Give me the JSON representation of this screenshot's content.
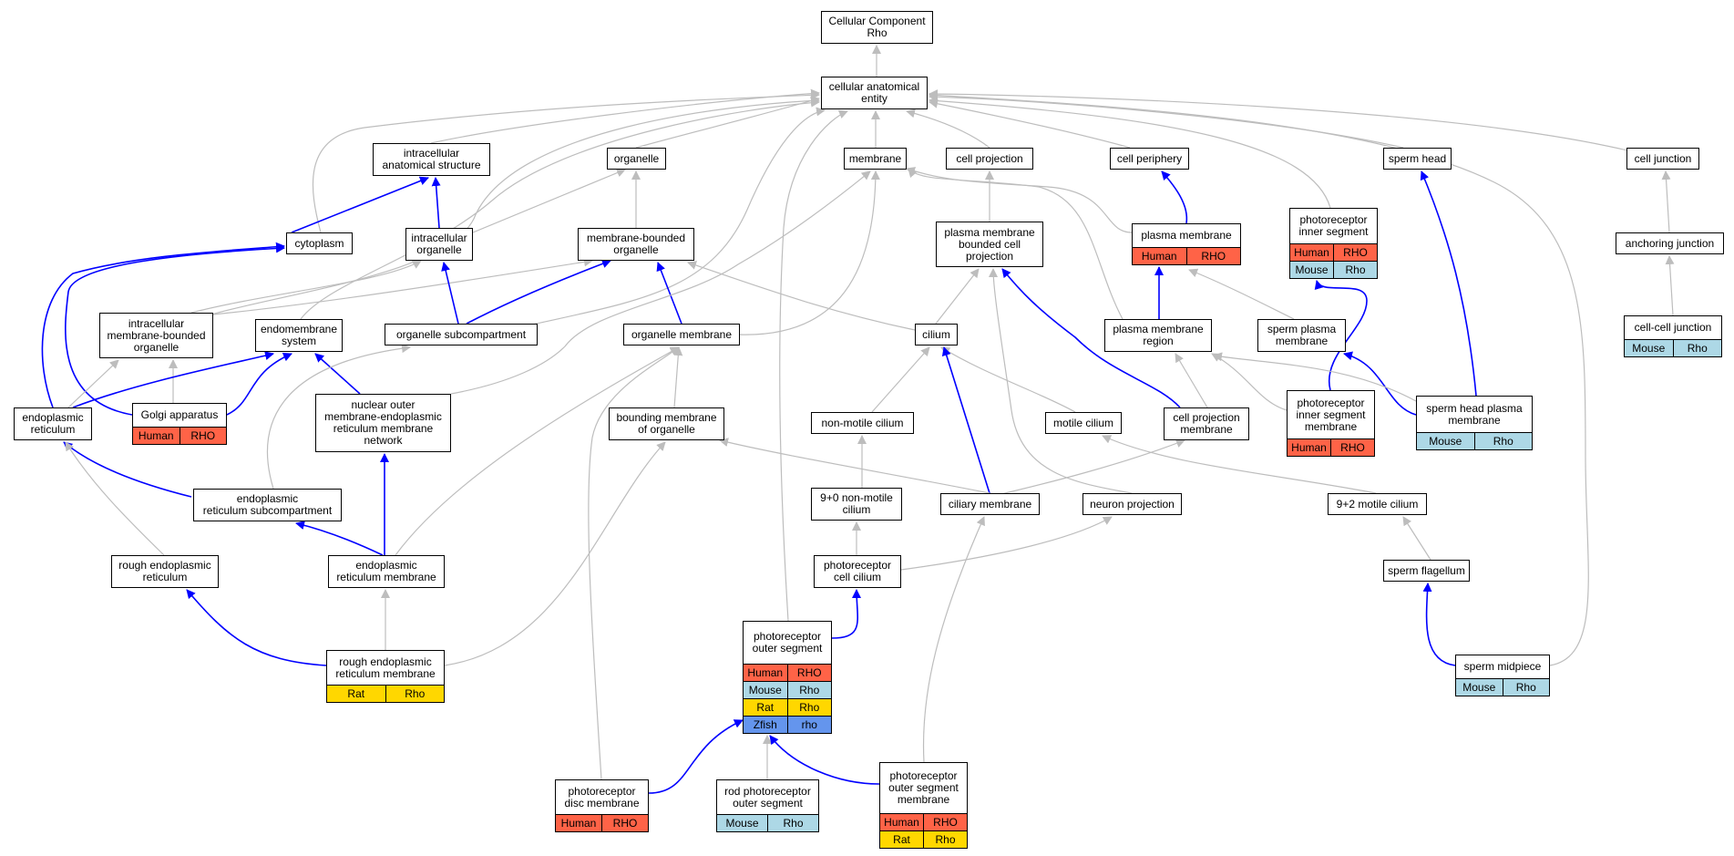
{
  "colors": {
    "Human": "#ff6347",
    "Mouse": "#add8e6",
    "Rat": "#ffd700",
    "Zfish": "#6495ed",
    "part_of_edge": "#0000ff",
    "is_a_edge": "#bdbdbd"
  },
  "nodes": [
    {
      "id": "root",
      "label": "Cellular Component\nRho"
    },
    {
      "id": "cae",
      "label": "cellular anatomical\nentity"
    },
    {
      "id": "ias",
      "label": "intracellular\nanatomical structure"
    },
    {
      "id": "organelle",
      "label": "organelle"
    },
    {
      "id": "membrane",
      "label": "membrane"
    },
    {
      "id": "cellproj",
      "label": "cell projection"
    },
    {
      "id": "cellper",
      "label": "cell periphery"
    },
    {
      "id": "spermhead",
      "label": "sperm head"
    },
    {
      "id": "celljunc",
      "label": "cell junction"
    },
    {
      "id": "cytoplasm",
      "label": "cytoplasm"
    },
    {
      "id": "intorg",
      "label": "intracellular\norganelle"
    },
    {
      "id": "mbo",
      "label": "membrane-bounded\norganelle"
    },
    {
      "id": "pmbcp",
      "label": "plasma membrane\nbounded cell\nprojection"
    },
    {
      "id": "pm",
      "label": "plasma membrane",
      "rows": [
        {
          "species": "Human",
          "gene": "RHO"
        }
      ]
    },
    {
      "id": "pris",
      "label": "photoreceptor\ninner segment",
      "rows": [
        {
          "species": "Human",
          "gene": "RHO"
        },
        {
          "species": "Mouse",
          "gene": "Rho"
        }
      ]
    },
    {
      "id": "ajunc",
      "label": "anchoring junction"
    },
    {
      "id": "imbo",
      "label": "intracellular\nmembrane-bounded\norganelle"
    },
    {
      "id": "endomem",
      "label": "endomembrane\nsystem"
    },
    {
      "id": "orgsub",
      "label": "organelle subcompartment"
    },
    {
      "id": "orgmem",
      "label": "organelle membrane"
    },
    {
      "id": "cilium",
      "label": "cilium"
    },
    {
      "id": "pmr",
      "label": "plasma membrane\nregion"
    },
    {
      "id": "spm",
      "label": "sperm plasma\nmembrane"
    },
    {
      "id": "ccj",
      "label": "cell-cell junction",
      "rows": [
        {
          "species": "Mouse",
          "gene": "Rho"
        }
      ]
    },
    {
      "id": "er",
      "label": "endoplasmic\nreticulum"
    },
    {
      "id": "golgi",
      "label": "Golgi apparatus",
      "rows": [
        {
          "species": "Human",
          "gene": "RHO"
        }
      ]
    },
    {
      "id": "nomer",
      "label": "nuclear outer\nmembrane-endoplasmic\nreticulum membrane\nnetwork"
    },
    {
      "id": "bmo",
      "label": "bounding membrane\nof organelle"
    },
    {
      "id": "nmc",
      "label": "non-motile cilium"
    },
    {
      "id": "mc",
      "label": "motile cilium"
    },
    {
      "id": "cpm",
      "label": "cell projection\nmembrane"
    },
    {
      "id": "prism",
      "label": "photoreceptor\ninner segment\nmembrane",
      "rows": [
        {
          "species": "Human",
          "gene": "RHO"
        }
      ]
    },
    {
      "id": "shpm",
      "label": "sperm head plasma\nmembrane",
      "rows": [
        {
          "species": "Mouse",
          "gene": "Rho"
        }
      ]
    },
    {
      "id": "ersub",
      "label": "endoplasmic\nreticulum subcompartment"
    },
    {
      "id": "nmc90",
      "label": "9+0 non-motile\ncilium"
    },
    {
      "id": "cilmem",
      "label": "ciliary membrane"
    },
    {
      "id": "neuproj",
      "label": "neuron projection"
    },
    {
      "id": "mc92",
      "label": "9+2 motile cilium"
    },
    {
      "id": "rer",
      "label": "rough endoplasmic\nreticulum"
    },
    {
      "id": "erm",
      "label": "endoplasmic\nreticulum membrane"
    },
    {
      "id": "prcc",
      "label": "photoreceptor\ncell cilium"
    },
    {
      "id": "sflag",
      "label": "sperm flagellum"
    },
    {
      "id": "prerm",
      "label": "rough endoplasmic\nreticulum membrane",
      "rows": [
        {
          "species": "Rat",
          "gene": "Rho"
        }
      ]
    },
    {
      "id": "pros",
      "label": "photoreceptor\nouter segment",
      "rows": [
        {
          "species": "Human",
          "gene": "RHO"
        },
        {
          "species": "Mouse",
          "gene": "Rho"
        },
        {
          "species": "Rat",
          "gene": "Rho"
        },
        {
          "species": "Zfish",
          "gene": "rho"
        }
      ]
    },
    {
      "id": "smid",
      "label": "sperm midpiece",
      "rows": [
        {
          "species": "Mouse",
          "gene": "Rho"
        }
      ]
    },
    {
      "id": "pdm",
      "label": "photoreceptor\ndisc membrane",
      "rows": [
        {
          "species": "Human",
          "gene": "RHO"
        }
      ]
    },
    {
      "id": "rpos",
      "label": "rod photoreceptor\nouter segment",
      "rows": [
        {
          "species": "Mouse",
          "gene": "Rho"
        }
      ]
    },
    {
      "id": "prosm",
      "label": "photoreceptor\nouter segment\nmembrane",
      "rows": [
        {
          "species": "Human",
          "gene": "RHO"
        },
        {
          "species": "Rat",
          "gene": "Rho"
        }
      ]
    }
  ],
  "edges": [
    {
      "from": "cae",
      "to": "root",
      "type": "is_a"
    },
    {
      "from": "ias",
      "to": "cae",
      "type": "is_a"
    },
    {
      "from": "organelle",
      "to": "cae",
      "type": "is_a"
    },
    {
      "from": "membrane",
      "to": "cae",
      "type": "is_a"
    },
    {
      "from": "cellproj",
      "to": "cae",
      "type": "is_a"
    },
    {
      "from": "cellper",
      "to": "cae",
      "type": "is_a"
    },
    {
      "from": "spermhead",
      "to": "cae",
      "type": "is_a"
    },
    {
      "from": "celljunc",
      "to": "cae",
      "type": "is_a"
    },
    {
      "from": "cytoplasm",
      "to": "cae",
      "type": "is_a"
    },
    {
      "from": "pris",
      "to": "cae",
      "type": "is_a"
    },
    {
      "from": "imbo",
      "to": "cae",
      "type": "is_a"
    },
    {
      "from": "endomem",
      "to": "cae",
      "type": "is_a"
    },
    {
      "from": "orgsub",
      "to": "cae",
      "type": "is_a"
    },
    {
      "from": "pros",
      "to": "cae",
      "type": "is_a"
    },
    {
      "from": "smid",
      "to": "cae",
      "type": "is_a"
    },
    {
      "from": "cytoplasm",
      "to": "ias",
      "type": "part_of"
    },
    {
      "from": "intorg",
      "to": "ias",
      "type": "part_of"
    },
    {
      "from": "intorg",
      "to": "organelle",
      "type": "is_a"
    },
    {
      "from": "mbo",
      "to": "organelle",
      "type": "is_a"
    },
    {
      "from": "pmbcp",
      "to": "cellproj",
      "type": "is_a"
    },
    {
      "from": "pm",
      "to": "cellper",
      "type": "part_of"
    },
    {
      "from": "pm",
      "to": "membrane",
      "type": "is_a"
    },
    {
      "from": "shpm",
      "to": "spermhead",
      "type": "part_of"
    },
    {
      "from": "ajunc",
      "to": "celljunc",
      "type": "is_a"
    },
    {
      "from": "ccj",
      "to": "ajunc",
      "type": "is_a"
    },
    {
      "from": "er",
      "to": "cytoplasm",
      "type": "part_of"
    },
    {
      "from": "golgi",
      "to": "cytoplasm",
      "type": "part_of"
    },
    {
      "from": "imbo",
      "to": "intorg",
      "type": "is_a"
    },
    {
      "from": "imbo",
      "to": "mbo",
      "type": "is_a"
    },
    {
      "from": "orgsub",
      "to": "intorg",
      "type": "part_of"
    },
    {
      "from": "orgsub",
      "to": "mbo",
      "type": "part_of"
    },
    {
      "from": "orgmem",
      "to": "mbo",
      "type": "part_of"
    },
    {
      "from": "orgmem",
      "to": "membrane",
      "type": "is_a"
    },
    {
      "from": "cilium",
      "to": "mbo",
      "type": "is_a"
    },
    {
      "from": "cilium",
      "to": "pmbcp",
      "type": "is_a"
    },
    {
      "from": "pmr",
      "to": "pm",
      "type": "part_of"
    },
    {
      "from": "pmr",
      "to": "membrane",
      "type": "is_a"
    },
    {
      "from": "spm",
      "to": "pmr",
      "type": "is_a"
    },
    {
      "from": "prism",
      "to": "pris",
      "type": "part_of"
    },
    {
      "from": "prism",
      "to": "pmr",
      "type": "is_a"
    },
    {
      "from": "shpm",
      "to": "spm",
      "type": "part_of"
    },
    {
      "from": "shpm",
      "to": "pmr",
      "type": "is_a"
    },
    {
      "from": "golgi",
      "to": "imbo",
      "type": "is_a"
    },
    {
      "from": "golgi",
      "to": "endomem",
      "type": "part_of"
    },
    {
      "from": "er",
      "to": "imbo",
      "type": "is_a"
    },
    {
      "from": "er",
      "to": "endomem",
      "type": "part_of"
    },
    {
      "from": "nomer",
      "to": "endomem",
      "type": "part_of"
    },
    {
      "from": "nomer",
      "to": "membrane",
      "type": "is_a"
    },
    {
      "from": "bmo",
      "to": "orgmem",
      "type": "is_a"
    },
    {
      "from": "nmc",
      "to": "cilium",
      "type": "is_a"
    },
    {
      "from": "mc",
      "to": "cilium",
      "type": "is_a"
    },
    {
      "from": "cpm",
      "to": "pmbcp",
      "type": "part_of"
    },
    {
      "from": "cpm",
      "to": "pmr",
      "type": "is_a"
    },
    {
      "from": "ersub",
      "to": "er",
      "type": "part_of"
    },
    {
      "from": "ersub",
      "to": "orgsub",
      "type": "is_a"
    },
    {
      "from": "nmc90",
      "to": "nmc",
      "type": "is_a"
    },
    {
      "from": "cilmem",
      "to": "cilium",
      "type": "part_of"
    },
    {
      "from": "cilmem",
      "to": "bmo",
      "type": "is_a"
    },
    {
      "from": "cilmem",
      "to": "cpm",
      "type": "is_a"
    },
    {
      "from": "neuproj",
      "to": "pmbcp",
      "type": "is_a"
    },
    {
      "from": "mc92",
      "to": "mc",
      "type": "is_a"
    },
    {
      "from": "rer",
      "to": "er",
      "type": "is_a"
    },
    {
      "from": "erm",
      "to": "ersub",
      "type": "part_of"
    },
    {
      "from": "erm",
      "to": "nomer",
      "type": "part_of"
    },
    {
      "from": "erm",
      "to": "orgmem",
      "type": "is_a"
    },
    {
      "from": "prcc",
      "to": "nmc90",
      "type": "is_a"
    },
    {
      "from": "prcc",
      "to": "neuproj",
      "type": "is_a"
    },
    {
      "from": "sflag",
      "to": "mc92",
      "type": "is_a"
    },
    {
      "from": "prerm",
      "to": "erm",
      "type": "is_a"
    },
    {
      "from": "prerm",
      "to": "rer",
      "type": "part_of"
    },
    {
      "from": "prerm",
      "to": "bmo",
      "type": "is_a"
    },
    {
      "from": "pros",
      "to": "prcc",
      "type": "part_of"
    },
    {
      "from": "smid",
      "to": "sflag",
      "type": "part_of"
    },
    {
      "from": "pdm",
      "to": "pros",
      "type": "part_of"
    },
    {
      "from": "pdm",
      "to": "orgmem",
      "type": "is_a"
    },
    {
      "from": "rpos",
      "to": "pros",
      "type": "is_a"
    },
    {
      "from": "prosm",
      "to": "pros",
      "type": "part_of"
    },
    {
      "from": "prosm",
      "to": "cilmem",
      "type": "is_a"
    }
  ]
}
